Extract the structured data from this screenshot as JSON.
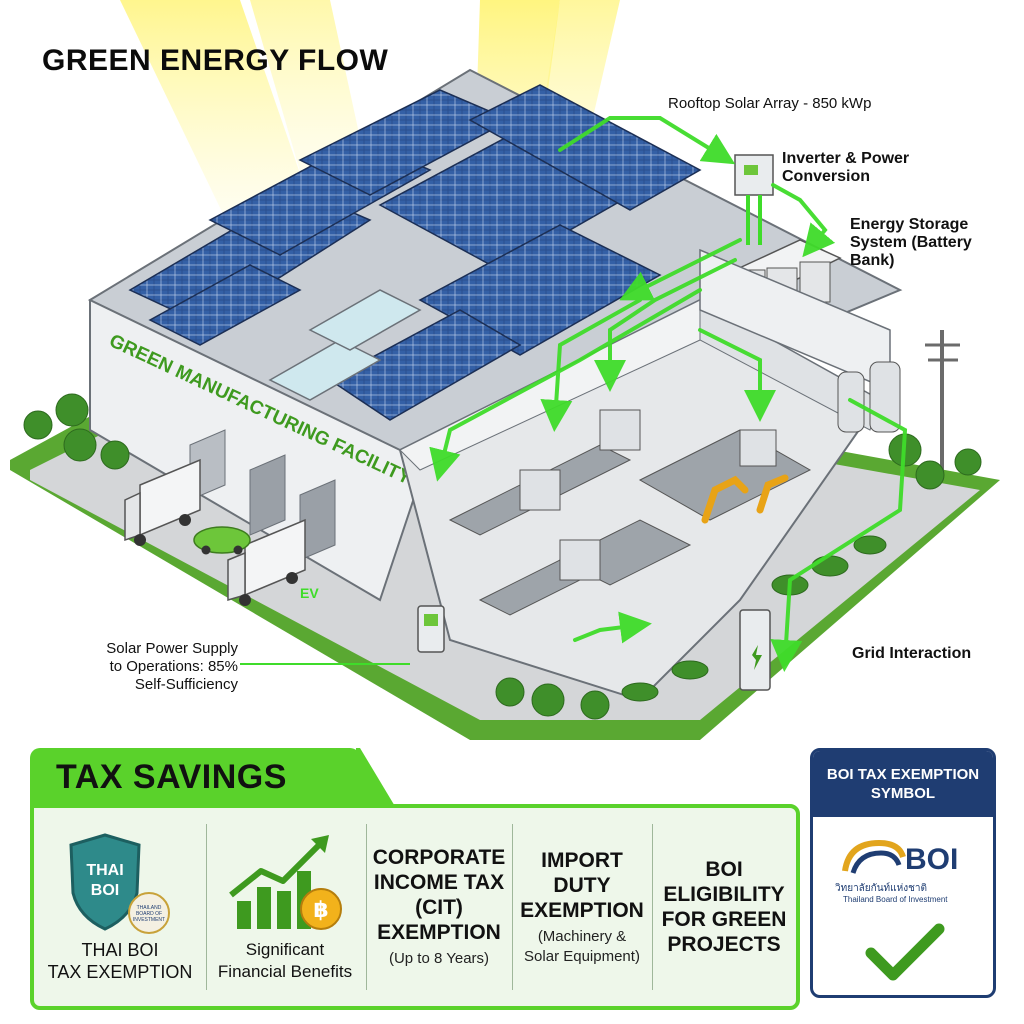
{
  "title": "GREEN ENERGY FLOW",
  "facility_sign": "GREEN MANUFACTURING FACILITY",
  "ev_marking": "EV",
  "labels": {
    "solar_array": "Rooftop Solar Array - 850 kWp",
    "inverter_line1": "Inverter & Power",
    "inverter_line2": "Conversion",
    "storage_line1": "Energy Storage",
    "storage_line2": "System (Battery",
    "storage_line3": "Bank)",
    "grid": "Grid Interaction",
    "supply_line1": "Solar Power Supply",
    "supply_line2": "to Operations: 85%",
    "supply_line3": "Self-Sufficiency"
  },
  "tax": {
    "title": "TAX SAVINGS",
    "shield_line1": "THAI",
    "shield_line2": "BOI",
    "seal_line1": "THAILAND",
    "seal_line2": "BOARD OF",
    "seal_line3": "INVESTMENT",
    "coin_symbol": "฿",
    "col1_line1": "THAI BOI",
    "col1_line2": "TAX EXEMPTION",
    "col2_line1": "Significant",
    "col2_line2": "Financial Benefits",
    "col3_line1": "CORPORATE",
    "col3_line2": "INCOME TAX",
    "col3_line3": "(CIT)",
    "col3_line4": "EXEMPTION",
    "col3_sub": "(Up to 8 Years)",
    "col4_line1": "IMPORT",
    "col4_line2": "DUTY",
    "col4_line3": "EXEMPTION",
    "col4_sub1": "(Machinery &",
    "col4_sub2": "Solar Equipment)",
    "col5_line1": "BOI",
    "col5_line2": "ELIGIBILITY",
    "col5_line3": "FOR GREEN",
    "col5_line4": "PROJECTS"
  },
  "boi_card": {
    "title_line1": "BOI TAX EXEMPTION",
    "title_line2": "SYMBOL",
    "logo": "BOI",
    "thai_name": "วิทยาลัยกันท์แห่งชาติ",
    "english_name": "Thailand Board of Investment"
  },
  "colors": {
    "accent_green": "#5ad22b",
    "flow_green": "#3fdc2a",
    "navy": "#1f3d72",
    "solar_blue": "#2b4f8f",
    "sun_yellow": "#f4ef6a"
  },
  "icons": [
    "sun-rays",
    "solar-panel-icon",
    "inverter-icon",
    "battery-bank-icon",
    "power-pole-icon",
    "ev-charger-icon",
    "truck-icon",
    "car-icon",
    "tree-icon",
    "robot-arm-icon",
    "shield-icon",
    "growth-chart-icon",
    "baht-coin-icon",
    "checkmark-icon"
  ]
}
